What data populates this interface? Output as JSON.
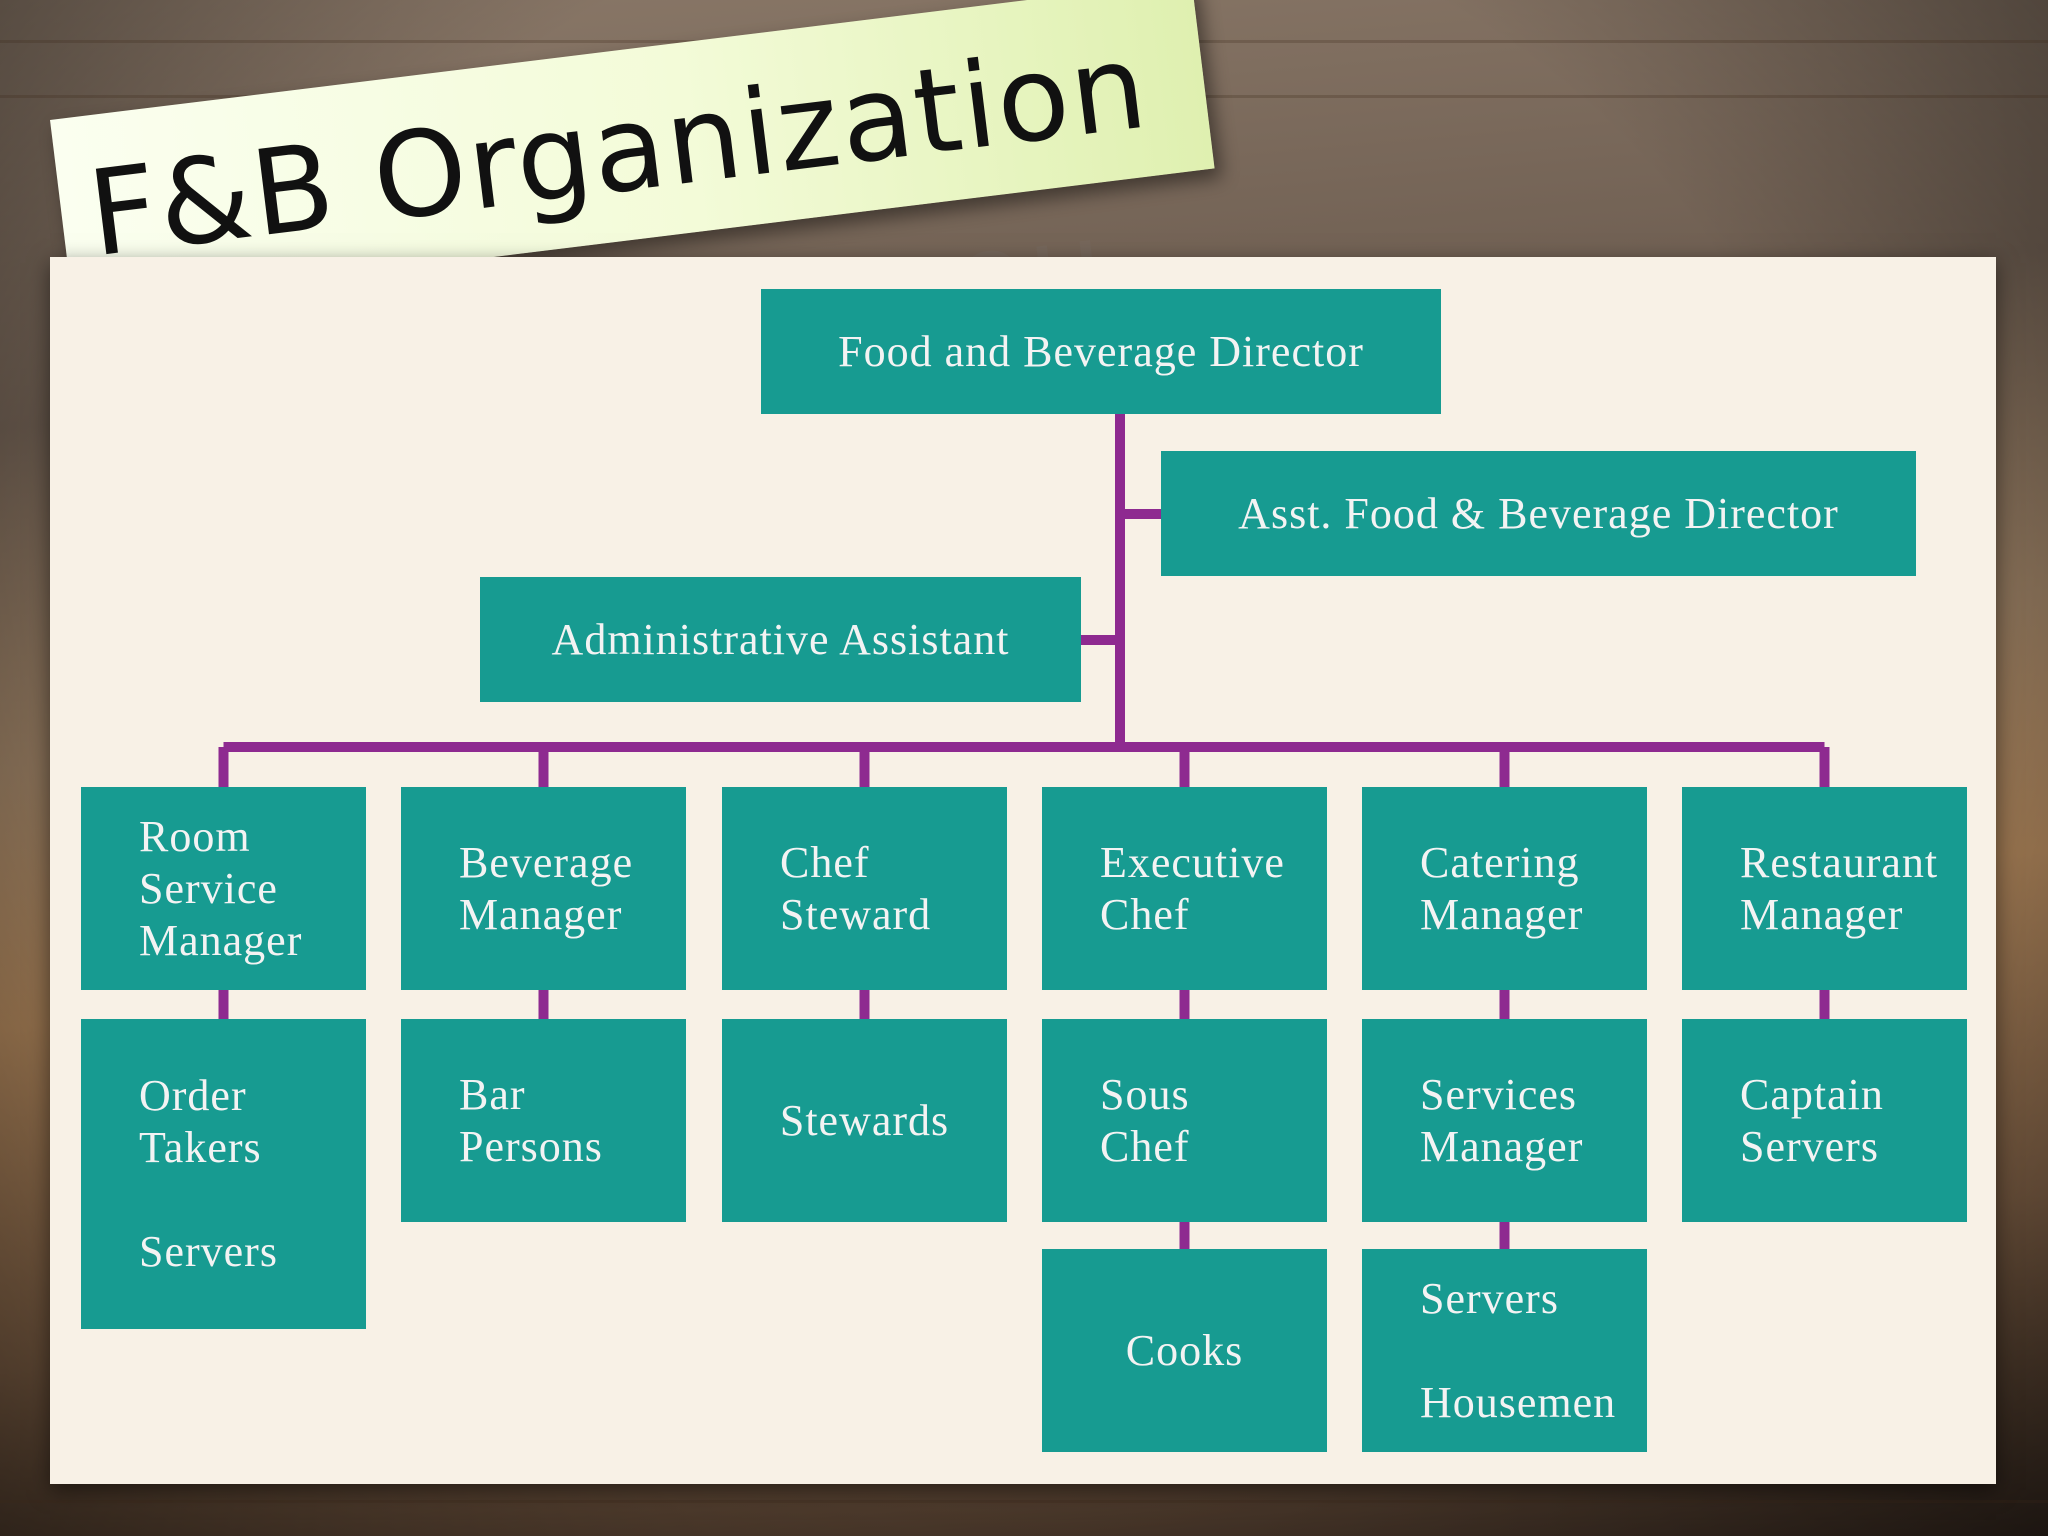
{
  "title": "F&B Organization",
  "colors": {
    "box": "#179b91",
    "connector": "#8e2a90",
    "panel": "#f8f1e6"
  },
  "org": {
    "director": "Food and Beverage Director",
    "asst_director": "Asst. Food & Beverage Director",
    "admin_assistant": "Administrative Assistant",
    "managers": [
      {
        "lines": [
          "Room",
          "Service",
          "Manager"
        ],
        "reports": [
          {
            "lines": [
              "Order",
              "Takers",
              "",
              "Servers"
            ]
          }
        ]
      },
      {
        "lines": [
          "Beverage",
          "Manager"
        ],
        "reports": [
          {
            "lines": [
              "Bar",
              "Persons"
            ]
          }
        ]
      },
      {
        "lines": [
          "Chef",
          "Steward"
        ],
        "reports": [
          {
            "lines": [
              "Stewards"
            ]
          }
        ]
      },
      {
        "lines": [
          "Executive",
          "Chef"
        ],
        "reports": [
          {
            "lines": [
              "Sous",
              "Chef"
            ]
          },
          {
            "lines": [
              "Cooks"
            ]
          }
        ]
      },
      {
        "lines": [
          "Catering",
          "Manager"
        ],
        "reports": [
          {
            "lines": [
              "Services",
              "Manager"
            ]
          },
          {
            "lines": [
              "Servers",
              "",
              "Housemen"
            ]
          }
        ]
      },
      {
        "lines": [
          "Restaurant",
          "Manager"
        ],
        "reports": [
          {
            "lines": [
              "Captain",
              "Servers"
            ]
          }
        ]
      }
    ]
  }
}
